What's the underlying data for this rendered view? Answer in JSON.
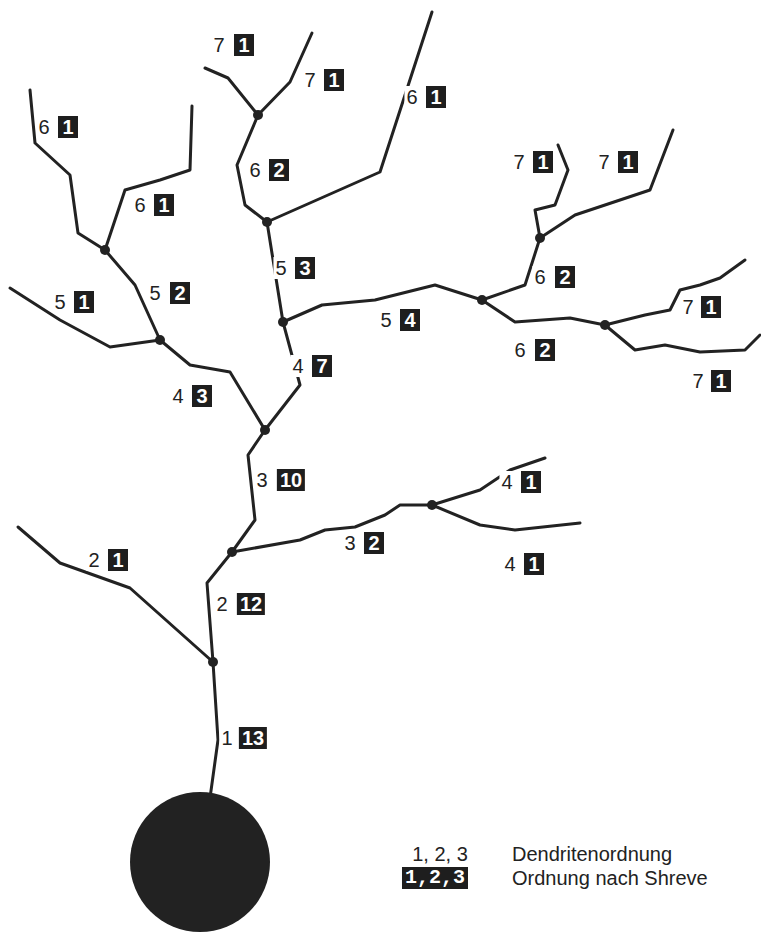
{
  "diagram": {
    "labels": [
      "7",
      "1",
      "7",
      "1",
      "6",
      "1",
      "6",
      "1",
      "6",
      "1",
      "6",
      "2",
      "7",
      "1",
      "7",
      "1",
      "5",
      "3",
      "5",
      "2",
      "5",
      "1",
      "6",
      "2",
      "7",
      "1",
      "5",
      "4",
      "6",
      "2",
      "4",
      "7",
      "4",
      "3",
      "7",
      "1",
      "3",
      "10",
      "4",
      "1",
      "3",
      "2",
      "4",
      "1",
      "2",
      "1",
      "2",
      "12",
      "1",
      "13",
      "1, 2, 3",
      "1,2,3"
    ],
    "legend": [
      {
        "text": "Dendritenordnung"
      },
      {
        "text": "Ordnung nach Shreve"
      }
    ]
  }
}
